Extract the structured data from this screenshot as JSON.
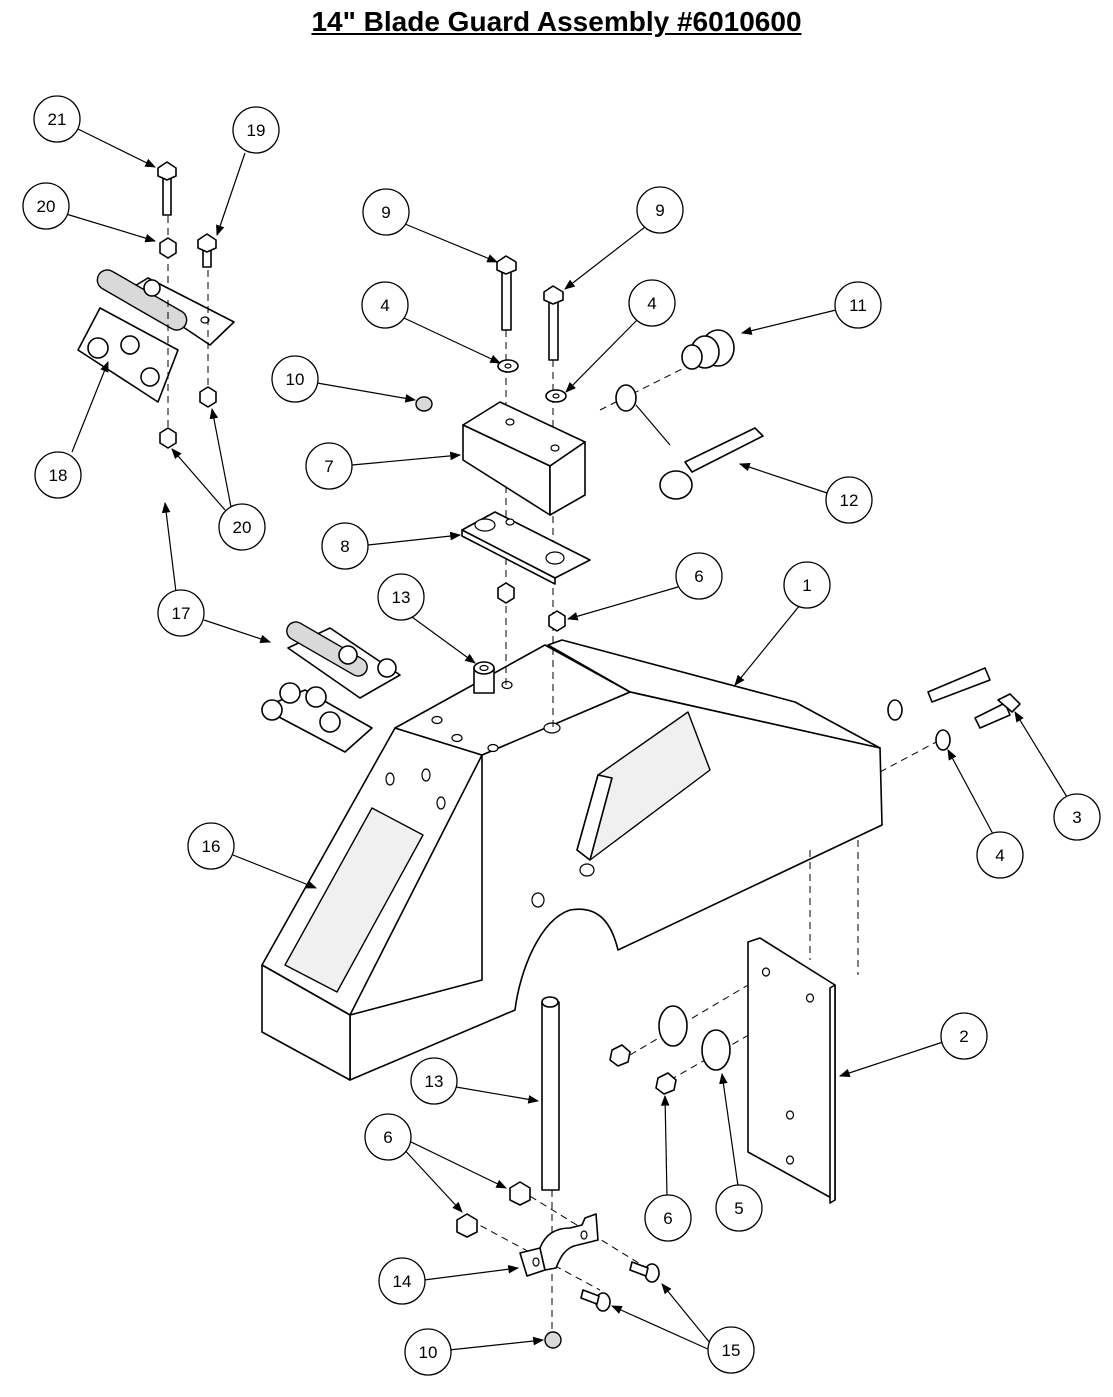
{
  "title": "14\" Blade Guard Assembly #6010600",
  "callouts": [
    {
      "label": "21"
    },
    {
      "label": "19"
    },
    {
      "label": "20"
    },
    {
      "label": "18"
    },
    {
      "label": "20"
    },
    {
      "label": "17"
    },
    {
      "label": "9"
    },
    {
      "label": "9"
    },
    {
      "label": "4"
    },
    {
      "label": "4"
    },
    {
      "label": "11"
    },
    {
      "label": "10"
    },
    {
      "label": "7"
    },
    {
      "label": "12"
    },
    {
      "label": "8"
    },
    {
      "label": "6"
    },
    {
      "label": "13"
    },
    {
      "label": "1"
    },
    {
      "label": "3"
    },
    {
      "label": "4"
    },
    {
      "label": "16"
    },
    {
      "label": "2"
    },
    {
      "label": "13"
    },
    {
      "label": "6"
    },
    {
      "label": "6"
    },
    {
      "label": "5"
    },
    {
      "label": "14"
    },
    {
      "label": "10"
    },
    {
      "label": "15"
    }
  ]
}
